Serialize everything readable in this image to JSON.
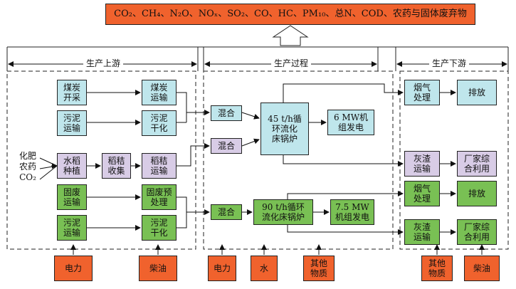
{
  "emissions": {
    "text": "CO₂、CH₄、N₂O、NOₓ、SO₂、CO、HC、PM₁₀、总N、COD、农药与固体废弃物"
  },
  "sections": {
    "upstream": "生产上游",
    "process": "生产过程",
    "downstream": "生产下游"
  },
  "upstream": {
    "coal_mining": "煤炭\n开采",
    "coal_transport": "煤炭\n运输",
    "sludge_transport": "污泥\n运输",
    "sludge_drying": "污泥\n干化",
    "rice_planting": "水稻\n种植",
    "straw_collect": "稻秸\n收集",
    "straw_transport": "稻秸\n运输",
    "solid_waste_transport": "固废\n运输",
    "solid_waste_pre": "固废预\n处理",
    "sludge_transport2": "污泥\n运输",
    "sludge_drying2": "污泥\n干化",
    "inputs_left": [
      "化肥",
      "农药",
      "CO₂"
    ]
  },
  "process": {
    "mix1": "混合",
    "mix2": "混合",
    "mix3": "混合",
    "boiler1": "45 t/h循\n环流化\n床锅炉",
    "gen1": "6 MW机\n组发电",
    "boiler2": "90 t/h循环\n流化床锅炉",
    "gen2": "7.5 MW\n机组发电"
  },
  "downstream": {
    "flue1": "烟气\n处理",
    "emit1": "排放",
    "ash1": "灰渣\n运输",
    "reuse1": "厂家综\n合利用",
    "flue2": "烟气\n处理",
    "emit2": "排放",
    "ash2": "灰渣\n运输",
    "reuse2": "厂家综\n合利用"
  },
  "bottom_inputs": {
    "power1": "电力",
    "diesel1": "柴油",
    "power2": "电力",
    "water": "水",
    "other1": "其他\n物质",
    "other2": "其他\n物质",
    "diesel2": "柴油"
  },
  "colors": {
    "blue": "#bfe6ec",
    "purple": "#d8cce6",
    "green": "#79c054",
    "orange": "#f0622d"
  }
}
